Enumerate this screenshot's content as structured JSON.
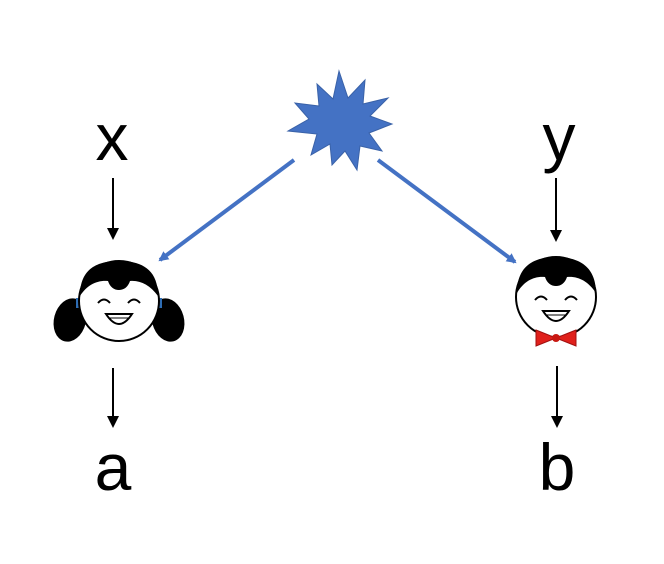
{
  "diagram": {
    "labels": {
      "left_input": "x",
      "right_input": "y",
      "left_output": "a",
      "right_output": "b"
    },
    "colors": {
      "source_star": "#4472c4",
      "source_arrows": "#4472c4",
      "flow_arrows": "#000000",
      "hair": "#000000",
      "bow_tie": "#e0201b"
    },
    "icons": {
      "source": "star-burst-icon",
      "left_person": "girl-face-icon",
      "right_person": "boy-face-icon"
    }
  }
}
